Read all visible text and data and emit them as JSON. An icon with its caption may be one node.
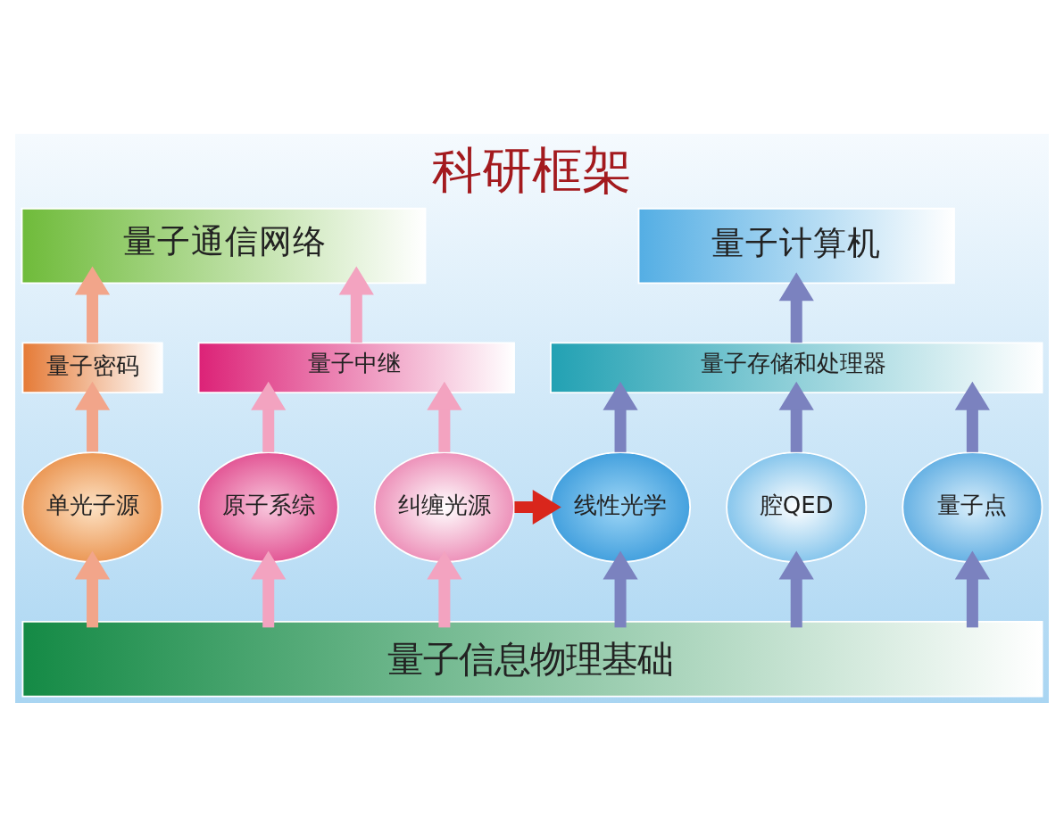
{
  "diagram": {
    "title": "科研框架",
    "nodes": [
      {
        "text": [
          "量子通信网络"
        ]
      },
      {
        "text": [
          "量子计算机"
        ]
      },
      {
        "text": [
          "量子密码"
        ]
      },
      {
        "text": [
          "量子中继"
        ]
      },
      {
        "text": [
          "量子存储和处理器"
        ]
      },
      {
        "text": [
          "单光子源"
        ]
      },
      {
        "text": [
          "原子系综"
        ]
      },
      {
        "text": [
          "纠缠光源"
        ]
      },
      {
        "text": [
          "线性光学"
        ]
      },
      {
        "text": [
          "腔QED"
        ]
      },
      {
        "text": [
          "量子点"
        ]
      },
      {
        "text": [
          "量子信息物理基础"
        ]
      }
    ],
    "edges": [
      {
        "from": 11,
        "to": 5,
        "arrow": "to",
        "color": "#f2a58a"
      },
      {
        "from": 11,
        "to": 6,
        "arrow": "to",
        "color": "#f3a3c0"
      },
      {
        "from": 11,
        "to": 7,
        "arrow": "to",
        "color": "#f3a3c0"
      },
      {
        "from": 11,
        "to": 8,
        "arrow": "to"
      },
      {
        "from": 11,
        "to": 9,
        "arrow": "to"
      },
      {
        "from": 11,
        "to": 10,
        "arrow": "to"
      },
      {
        "from": 5,
        "to": 2,
        "arrow": "to",
        "color": "#f2a58a"
      },
      {
        "from": 6,
        "to": 3,
        "arrow": "to",
        "color": "#f3a3c0"
      },
      {
        "from": 7,
        "to": 3,
        "arrow": "to",
        "color": "#f3a3c0"
      },
      {
        "from": 8,
        "to": 4,
        "arrow": "to"
      },
      {
        "from": 9,
        "to": 4,
        "arrow": "to"
      },
      {
        "from": 10,
        "to": 4,
        "arrow": "to"
      },
      {
        "from": 2,
        "to": 0,
        "arrow": "to",
        "color": "#f2a58a"
      },
      {
        "from": 3,
        "to": 0,
        "arrow": "to",
        "color": "#f3a3c0"
      },
      {
        "from": 4,
        "to": 1,
        "arrow": "to"
      },
      {
        "from": 7,
        "to": 8,
        "arrow": "to",
        "color": "#d9261c"
      }
    ]
  }
}
